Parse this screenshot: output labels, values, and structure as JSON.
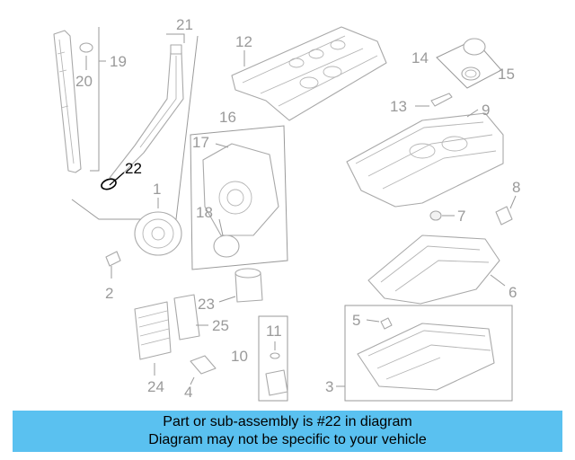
{
  "diagram": {
    "highlight_color": "#000000",
    "part_color": "#9a9a9a",
    "callouts": [
      {
        "id": "c1",
        "label": "1"
      },
      {
        "id": "c2",
        "label": "2"
      },
      {
        "id": "c3",
        "label": "3"
      },
      {
        "id": "c4",
        "label": "4"
      },
      {
        "id": "c5",
        "label": "5"
      },
      {
        "id": "c6",
        "label": "6"
      },
      {
        "id": "c7",
        "label": "7"
      },
      {
        "id": "c8",
        "label": "8"
      },
      {
        "id": "c9",
        "label": "9"
      },
      {
        "id": "c10",
        "label": "10"
      },
      {
        "id": "c11",
        "label": "11"
      },
      {
        "id": "c12",
        "label": "12"
      },
      {
        "id": "c13",
        "label": "13"
      },
      {
        "id": "c14",
        "label": "14"
      },
      {
        "id": "c15",
        "label": "15"
      },
      {
        "id": "c16",
        "label": "16"
      },
      {
        "id": "c17",
        "label": "17"
      },
      {
        "id": "c18",
        "label": "18"
      },
      {
        "id": "c19",
        "label": "19"
      },
      {
        "id": "c20",
        "label": "20"
      },
      {
        "id": "c21",
        "label": "21"
      },
      {
        "id": "c22",
        "label": "22"
      },
      {
        "id": "c23",
        "label": "23"
      },
      {
        "id": "c24",
        "label": "24"
      },
      {
        "id": "c25",
        "label": "25"
      }
    ]
  },
  "banner": {
    "line1": "Part or sub-assembly is #22 in diagram",
    "line2": "Diagram may not be specific to your vehicle",
    "background": "#5ac1f0"
  }
}
